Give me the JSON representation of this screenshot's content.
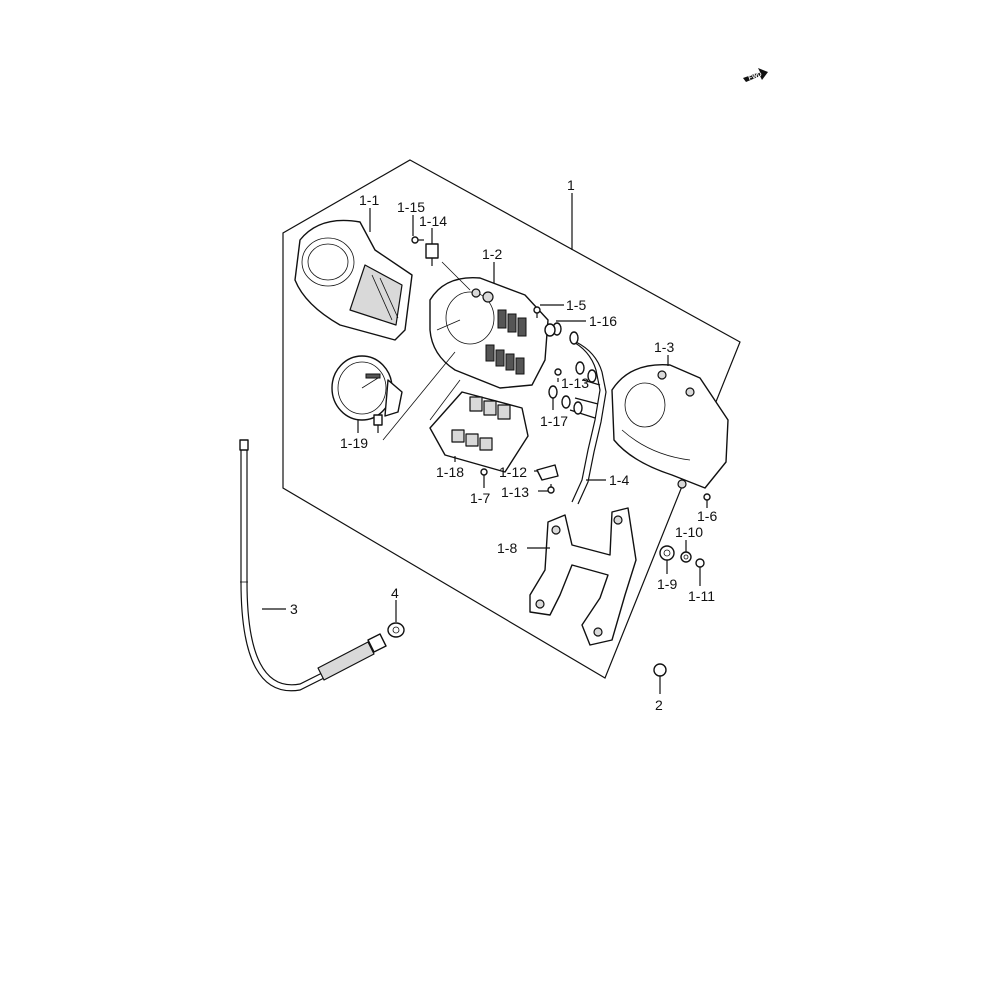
{
  "direction_badge": "FWD",
  "callouts": {
    "p1": "1",
    "p1_1": "1-1",
    "p1_2": "1-2",
    "p1_3": "1-3",
    "p1_4": "1-4",
    "p1_5": "1-5",
    "p1_6": "1-6",
    "p1_7": "1-7",
    "p1_8": "1-8",
    "p1_9": "1-9",
    "p1_10": "1-10",
    "p1_11": "1-11",
    "p1_12": "1-12",
    "p1_13a": "1-13",
    "p1_13b": "1-13",
    "p1_14": "1-14",
    "p1_15": "1-15",
    "p1_16": "1-16",
    "p1_17": "1-17",
    "p1_18": "1-18",
    "p1_19": "1-19",
    "p2": "2",
    "p3": "3",
    "p4": "4"
  },
  "colors": {
    "line": "#111111",
    "fill": "#ffffff",
    "shade": "#d9d9d9"
  }
}
